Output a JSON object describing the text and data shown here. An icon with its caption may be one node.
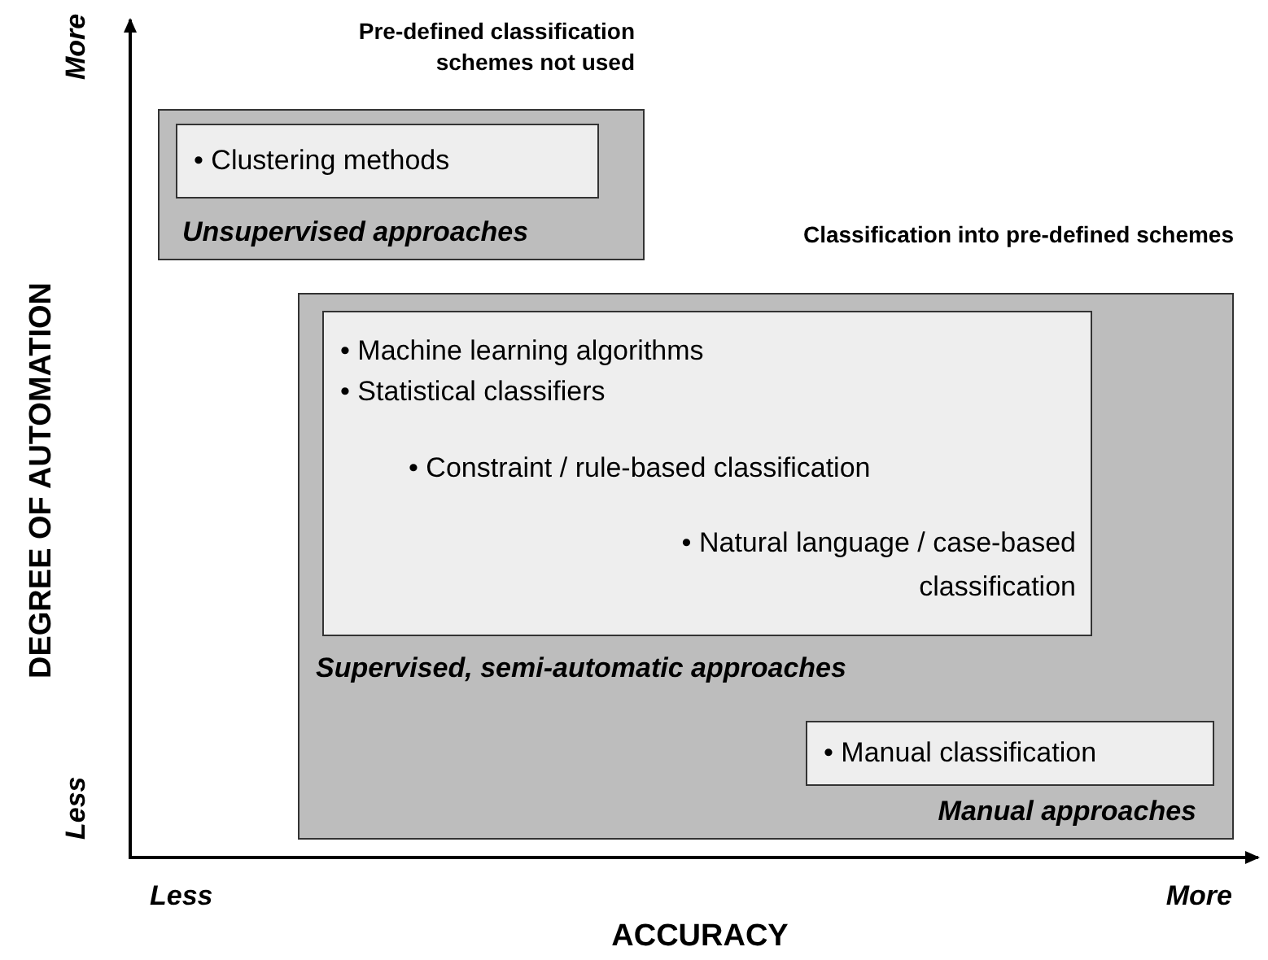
{
  "diagram": {
    "nodes": [
      {
        "text": [
          "Unsupervised approaches"
        ]
      },
      {
        "text": [
          "• Clustering methods"
        ],
        "in": 0
      },
      {
        "text": [
          "Supervised, semi-automatic approaches",
          "Manual approaches"
        ]
      },
      {
        "text": [
          "• Machine learning algorithms",
          "• Statistical classifiers",
          "• Constraint / rule-based classification",
          "• Natural language / case-based classification"
        ],
        "in": 2
      },
      {
        "text": [
          "• Manual classification"
        ],
        "in": 2
      }
    ],
    "edges": [],
    "labels": [
      "More",
      "Pre-defined classification schemes not used",
      "Classification into pre-defined schemes",
      "DEGREE OF AUTOMATION",
      "Less",
      "Less",
      "More",
      "ACCURACY"
    ]
  }
}
